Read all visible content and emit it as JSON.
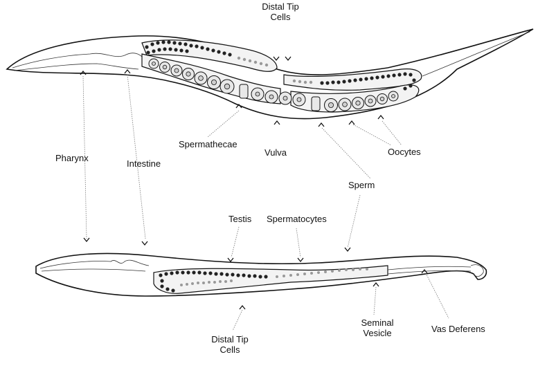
{
  "labels": {
    "distal_tip_top_line1": "Distal Tip",
    "distal_tip_top_line2": "Cells",
    "spermathecae": "Spermathecae",
    "vulva": "Vulva",
    "oocytes": "Oocytes",
    "pharynx": "Pharynx",
    "intestine": "Intestine",
    "sperm": "Sperm",
    "testis": "Testis",
    "spermatocytes": "Spermatocytes",
    "seminal_vesicle_line1": "Seminal",
    "seminal_vesicle_line2": "Vesicle",
    "vas_deferens": "Vas Deferens",
    "distal_tip_bottom_line1": "Distal Tip",
    "distal_tip_bottom_line2": "Cells"
  },
  "colors": {
    "outline": "#111111",
    "background": "#ffffff"
  }
}
